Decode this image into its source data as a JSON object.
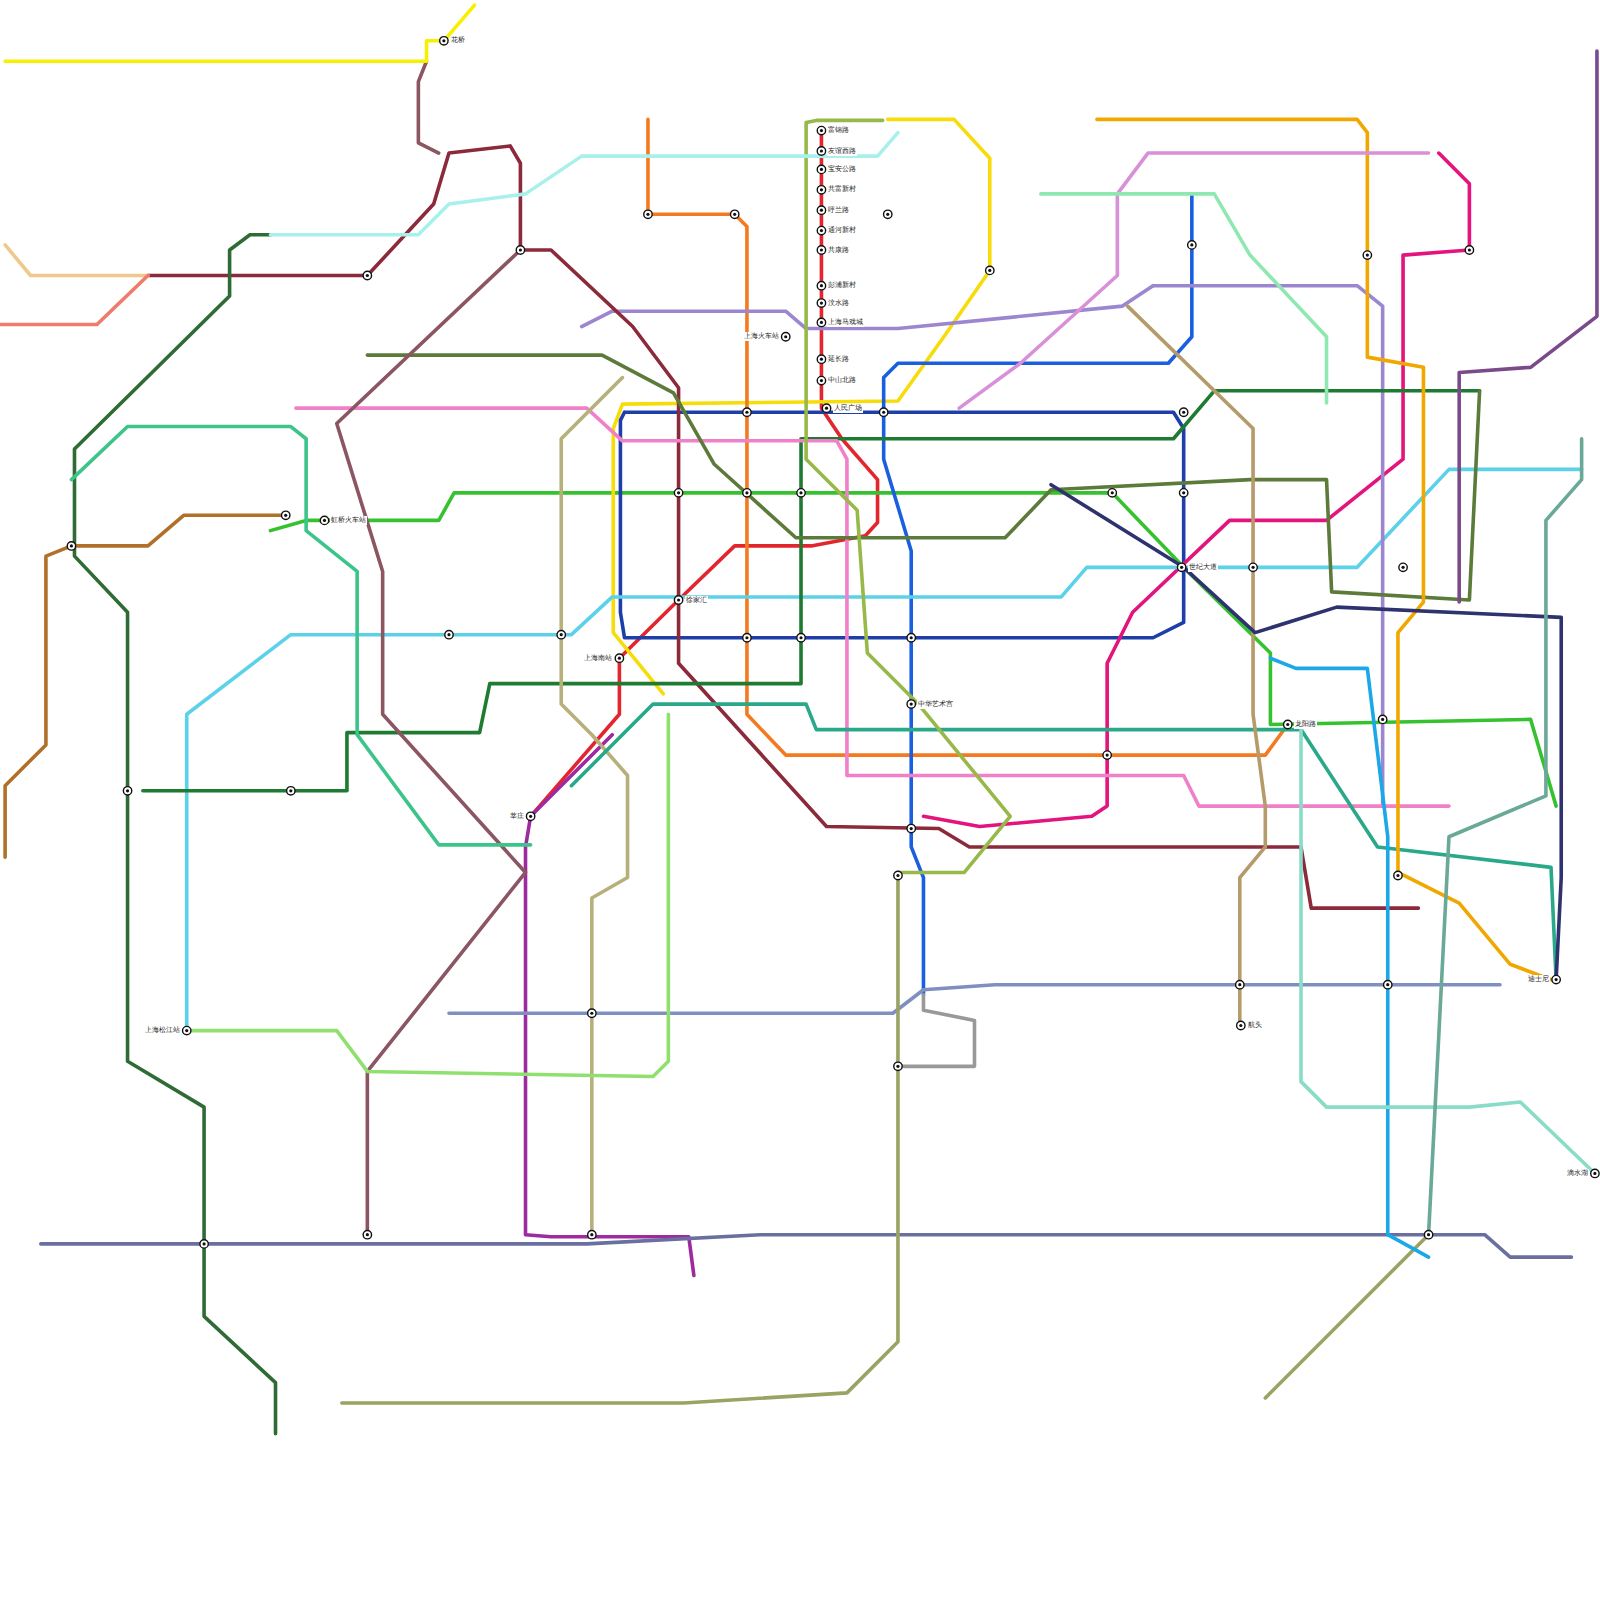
{
  "diagram": {
    "labels": [
      "花桥",
      "富锦路",
      "友谊西路",
      "宝安公路",
      "共富新村",
      "呼兰路",
      "通河新村",
      "共康路",
      "彭浦新村",
      "汶水路",
      "上海马戏城",
      "延长路",
      "中山北路",
      "人民广场",
      "上海火车站",
      "徐家汇",
      "上海南站",
      "莘庄",
      "世纪大道",
      "龙阳路",
      "中华艺术宫",
      "虹桥火车站",
      "上海松江站",
      "航头",
      "迪士尼",
      "滴水湖"
    ]
  }
}
